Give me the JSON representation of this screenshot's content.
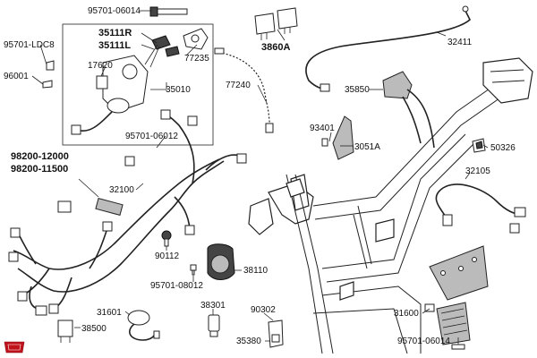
{
  "labels": {
    "p95701_06014_top": "95701-06014",
    "p95701_ldc8": "95701-LDC8",
    "p96001": "96001",
    "p35111r": "35111R",
    "p35111l": "35111L",
    "p17620": "17620",
    "p77235": "77235",
    "p35010": "35010",
    "p3860a": "3860A",
    "p32411": "32411",
    "p77240": "77240",
    "p35850": "35850",
    "p93401": "93401",
    "p3051a": "3051A",
    "p50326": "50326",
    "p95701_06012": "95701-06012",
    "p98200_12000": "98200-12000",
    "p98200_11500": "98200-11500",
    "p32100": "32100",
    "p32105": "32105",
    "p90112": "90112",
    "p38110": "38110",
    "p95701_08012": "95701-08012",
    "p38301": "38301",
    "p90302": "90302",
    "p35380": "35380",
    "p31601": "31601",
    "p38500": "38500",
    "p31600": "31600",
    "p95701_06014_bottom": "95701-06014"
  },
  "colors": {
    "logo_red": "#c0121b",
    "ink": "#222222",
    "part_grey": "#bbbbbb"
  }
}
